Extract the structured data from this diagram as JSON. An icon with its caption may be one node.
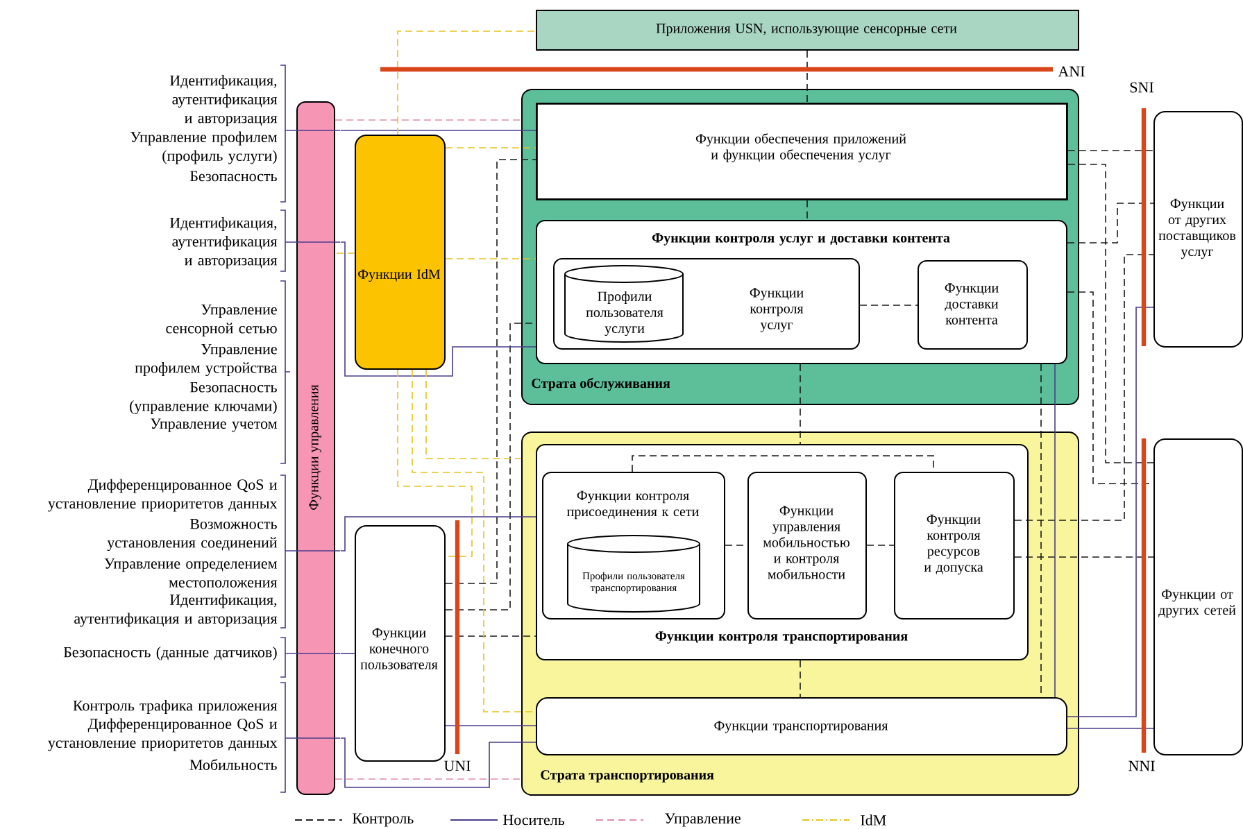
{
  "diagram": {
    "nodes": [
      {
        "text": [
          "Приложения USN, использующие сенсорные сети"
        ]
      },
      {
        "text": [
          "Страта обслуживания"
        ]
      },
      {
        "text": [
          "Функции обеспечения приложений и функции обеспечения услуг"
        ],
        "in": 1
      },
      {
        "text": [
          "Функции контроля услуг и доставки контента"
        ],
        "in": 1
      },
      {
        "text": [
          "Функции контроля услуг"
        ],
        "in": 3
      },
      {
        "text": [
          "Профили пользователя услуги"
        ],
        "in": 4
      },
      {
        "text": [
          "Функции доставки контента"
        ],
        "in": 3
      },
      {
        "text": [
          "Страта транспортирования"
        ]
      },
      {
        "text": [
          "Функции контроля транспортирования"
        ],
        "in": 7
      },
      {
        "text": [
          "Функции контроля присоединения к сети"
        ],
        "in": 8
      },
      {
        "text": [
          "Профили пользователя транспортирования"
        ],
        "in": 9
      },
      {
        "text": [
          "Функции управления мобильностью и контроля мобильности"
        ],
        "in": 8
      },
      {
        "text": [
          "Функции контроля ресурсов и допуска"
        ],
        "in": 8
      },
      {
        "text": [
          "Функции транспортирования"
        ],
        "in": 7
      },
      {
        "text": [
          "Функции IdM"
        ]
      },
      {
        "text": [
          "Функции управления"
        ]
      },
      {
        "text": [
          "Функции конечного пользователя"
        ]
      },
      {
        "text": [
          "Функции от других поставщиков услуг"
        ]
      },
      {
        "text": [
          "Функции от других сетей"
        ]
      },
      {
        "text": [
          "Идентификация, аутентификация и авторизация",
          "Управление профилем (профиль услуги)",
          "Безопасность"
        ]
      },
      {
        "text": [
          "Идентификация, аутентификация и авторизация"
        ]
      },
      {
        "text": [
          "Управление сенсорной сетью",
          "Управление профилем устройства",
          "Безопасность (управление ключами)",
          "Управление учетом"
        ]
      },
      {
        "text": [
          "Дифференцированное QoS и установление приоритетов данных",
          "Возможность установления соединений",
          "Управление определением местоположения",
          "Идентификация, аутентификация и авторизация"
        ]
      },
      {
        "text": [
          "Безопасность (данные датчиков)"
        ]
      },
      {
        "text": [
          "Контроль трафика приложения",
          "Дифференцированное QoS и установление приоритетов данных",
          "Мобильность"
        ]
      }
    ],
    "edges": [
      {
        "from": 0,
        "to": 2,
        "arrow": "none",
        "style": "dashed"
      },
      {
        "from": 2,
        "to": 3,
        "arrow": "none",
        "style": "dashed"
      },
      {
        "from": 4,
        "to": 6,
        "arrow": "none",
        "style": "dashed"
      },
      {
        "from": 3,
        "to": 8,
        "arrow": "none",
        "style": "dashed"
      },
      {
        "from": 8,
        "to": 13,
        "arrow": "none",
        "style": "dashed"
      },
      {
        "from": 9,
        "to": 11,
        "arrow": "none",
        "style": "dashed"
      },
      {
        "from": 11,
        "to": 12,
        "arrow": "none",
        "style": "dashed"
      },
      {
        "from": 9,
        "to": 12,
        "arrow": "none",
        "style": "dashed"
      },
      {
        "from": 12,
        "to": 18,
        "arrow": "none",
        "style": "dashed"
      },
      {
        "from": 2,
        "to": 17,
        "arrow": "none",
        "style": "dashed"
      },
      {
        "from": 2,
        "to": 18,
        "arrow": "none",
        "style": "dashed"
      },
      {
        "from": 3,
        "to": 17,
        "arrow": "none",
        "style": "dashed"
      },
      {
        "from": 12,
        "to": 17,
        "arrow": "none",
        "style": "dashed"
      },
      {
        "from": 3,
        "to": 18,
        "arrow": "none",
        "style": "dashed"
      },
      {
        "from": 3,
        "to": 13,
        "arrow": "none",
        "style": "dashed"
      },
      {
        "from": 16,
        "to": 2,
        "arrow": "none",
        "style": "dashed"
      },
      {
        "from": 16,
        "to": 3,
        "arrow": "none",
        "style": "dashed"
      },
      {
        "from": 16,
        "to": 8,
        "arrow": "none",
        "style": "dashed"
      },
      {
        "from": 19,
        "to": 2,
        "arrow": "none",
        "color": "#4a3c8c"
      },
      {
        "from": 20,
        "to": 3,
        "arrow": "none",
        "color": "#4a3c8c"
      },
      {
        "from": 22,
        "to": 8,
        "arrow": "none",
        "color": "#4a3c8c"
      },
      {
        "from": 23,
        "to": 16,
        "arrow": "none",
        "color": "#4a3c8c"
      },
      {
        "from": 24,
        "to": 13,
        "arrow": "none",
        "color": "#4a3c8c"
      },
      {
        "from": 16,
        "to": 13,
        "arrow": "none",
        "color": "#4a3c8c"
      },
      {
        "from": 13,
        "to": 18,
        "arrow": "none",
        "color": "#4a3c8c"
      },
      {
        "from": 13,
        "to": 17,
        "arrow": "none",
        "color": "#4a3c8c"
      },
      {
        "from": 3,
        "to": 13,
        "arrow": "none",
        "color": "#4a3c8c"
      },
      {
        "from": 15,
        "to": 1,
        "arrow": "none",
        "style": "dashed",
        "color": "#e08aae"
      },
      {
        "from": 15,
        "to": 7,
        "arrow": "none",
        "style": "dashed",
        "color": "#e08aae"
      },
      {
        "from": 14,
        "to": 0,
        "arrow": "none",
        "style": "dashed",
        "color": "#e8c21c"
      },
      {
        "from": 14,
        "to": 2,
        "arrow": "none",
        "style": "dashed",
        "color": "#e8c21c"
      },
      {
        "from": 14,
        "to": 3,
        "arrow": "none",
        "style": "dashed",
        "color": "#e8c21c"
      },
      {
        "from": 14,
        "to": 15,
        "arrow": "none",
        "style": "dashed",
        "color": "#e8c21c"
      },
      {
        "from": 14,
        "to": 7,
        "arrow": "none",
        "style": "dashed",
        "color": "#e8c21c"
      },
      {
        "from": 14,
        "to": 13,
        "arrow": "none",
        "style": "dashed",
        "color": "#e8c21c"
      },
      {
        "from": 14,
        "to": 16,
        "arrow": "none",
        "style": "dashed",
        "color": "#e8c21c"
      }
    ],
    "labels": [
      "ANI",
      "SNI",
      "UNI",
      "NNI"
    ],
    "legend": [
      {
        "text": "Контроль"
      },
      {
        "text": "Носитель"
      },
      {
        "text": "Управление"
      },
      {
        "text": "IdM"
      }
    ]
  }
}
